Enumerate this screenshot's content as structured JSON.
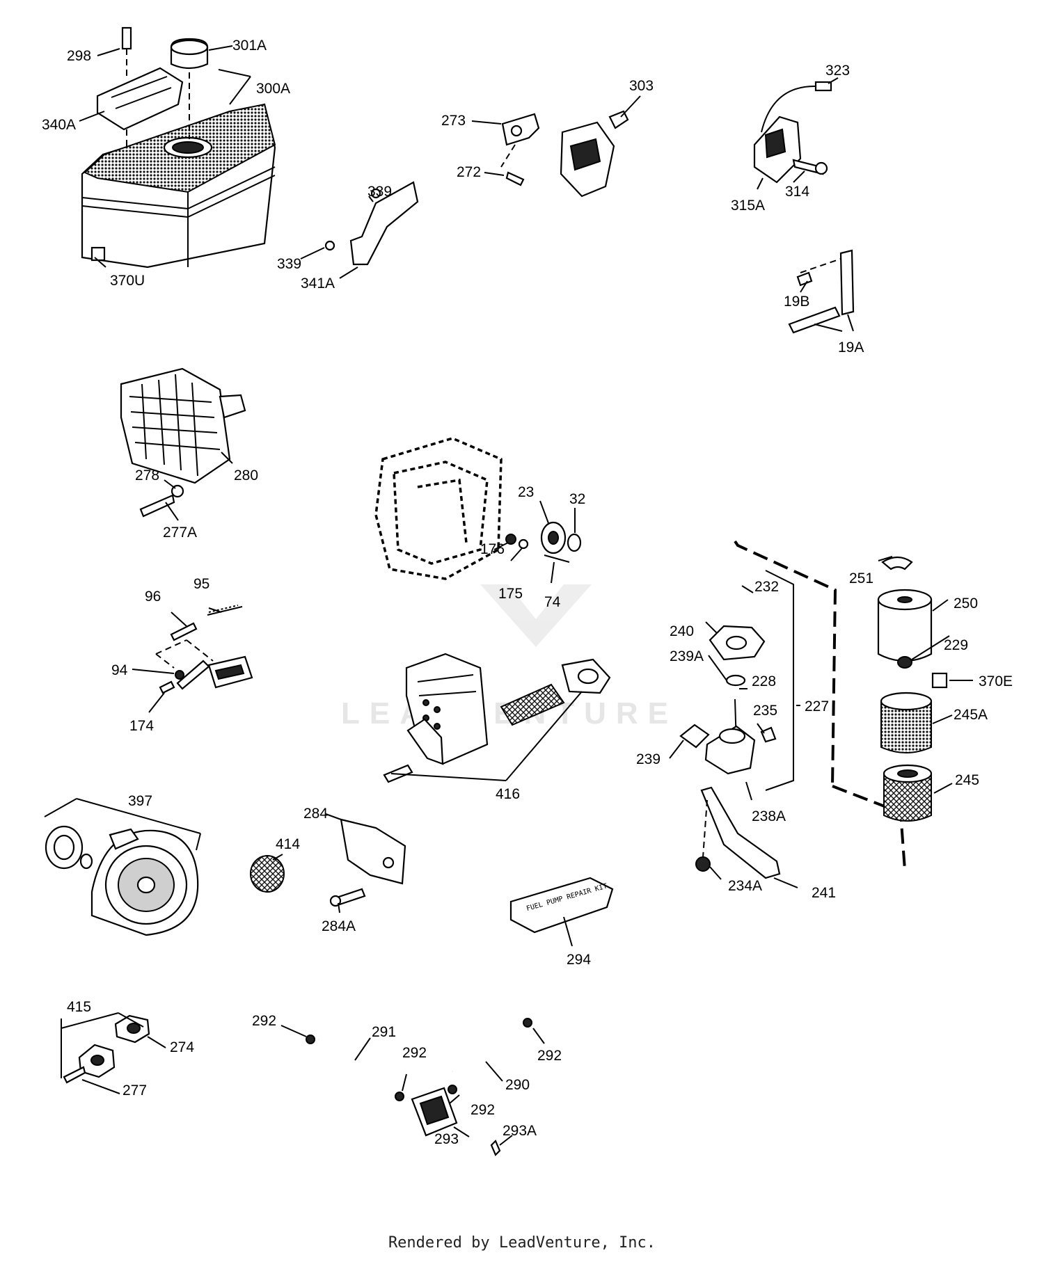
{
  "callouts": [
    {
      "id": "298",
      "label": "298"
    },
    {
      "id": "301A",
      "label": "301A"
    },
    {
      "id": "300A",
      "label": "300A"
    },
    {
      "id": "340A",
      "label": "340A"
    },
    {
      "id": "370U",
      "label": "370U"
    },
    {
      "id": "273",
      "label": "273"
    },
    {
      "id": "272",
      "label": "272"
    },
    {
      "id": "303",
      "label": "303"
    },
    {
      "id": "339a",
      "label": "339"
    },
    {
      "id": "339b",
      "label": "339"
    },
    {
      "id": "341A",
      "label": "341A"
    },
    {
      "id": "323",
      "label": "323"
    },
    {
      "id": "315A",
      "label": "315A"
    },
    {
      "id": "314",
      "label": "314"
    },
    {
      "id": "19B",
      "label": "19B"
    },
    {
      "id": "19A",
      "label": "19A"
    },
    {
      "id": "278",
      "label": "278"
    },
    {
      "id": "280",
      "label": "280"
    },
    {
      "id": "277A",
      "label": "277A"
    },
    {
      "id": "23",
      "label": "23"
    },
    {
      "id": "32",
      "label": "32"
    },
    {
      "id": "176",
      "label": "176"
    },
    {
      "id": "175",
      "label": "175"
    },
    {
      "id": "74",
      "label": "74"
    },
    {
      "id": "95",
      "label": "95"
    },
    {
      "id": "96",
      "label": "96"
    },
    {
      "id": "94",
      "label": "94"
    },
    {
      "id": "174",
      "label": "174"
    },
    {
      "id": "416",
      "label": "416"
    },
    {
      "id": "232",
      "label": "232"
    },
    {
      "id": "240",
      "label": "240"
    },
    {
      "id": "239A",
      "label": "239A"
    },
    {
      "id": "228",
      "label": "228"
    },
    {
      "id": "227",
      "label": "227"
    },
    {
      "id": "235",
      "label": "235"
    },
    {
      "id": "239",
      "label": "239"
    },
    {
      "id": "238A",
      "label": "238A"
    },
    {
      "id": "234A",
      "label": "234A"
    },
    {
      "id": "241",
      "label": "241"
    },
    {
      "id": "251",
      "label": "251"
    },
    {
      "id": "250",
      "label": "250"
    },
    {
      "id": "229",
      "label": "229"
    },
    {
      "id": "370E",
      "label": "370E"
    },
    {
      "id": "245A",
      "label": "245A"
    },
    {
      "id": "245",
      "label": "245"
    },
    {
      "id": "397",
      "label": "397"
    },
    {
      "id": "284",
      "label": "284"
    },
    {
      "id": "414",
      "label": "414"
    },
    {
      "id": "284A",
      "label": "284A"
    },
    {
      "id": "294",
      "label": "294"
    },
    {
      "id": "415",
      "label": "415"
    },
    {
      "id": "274",
      "label": "274"
    },
    {
      "id": "277",
      "label": "277"
    },
    {
      "id": "292a",
      "label": "292"
    },
    {
      "id": "291",
      "label": "291"
    },
    {
      "id": "292b",
      "label": "292"
    },
    {
      "id": "292c",
      "label": "292"
    },
    {
      "id": "290",
      "label": "290"
    },
    {
      "id": "292d",
      "label": "292"
    },
    {
      "id": "293",
      "label": "293"
    },
    {
      "id": "293A",
      "label": "293A"
    }
  ],
  "kit_label": "FUEL PUMP REPAIR KIT",
  "watermark": "LEADVENTURE",
  "footer": "Rendered by LeadVenture, Inc."
}
